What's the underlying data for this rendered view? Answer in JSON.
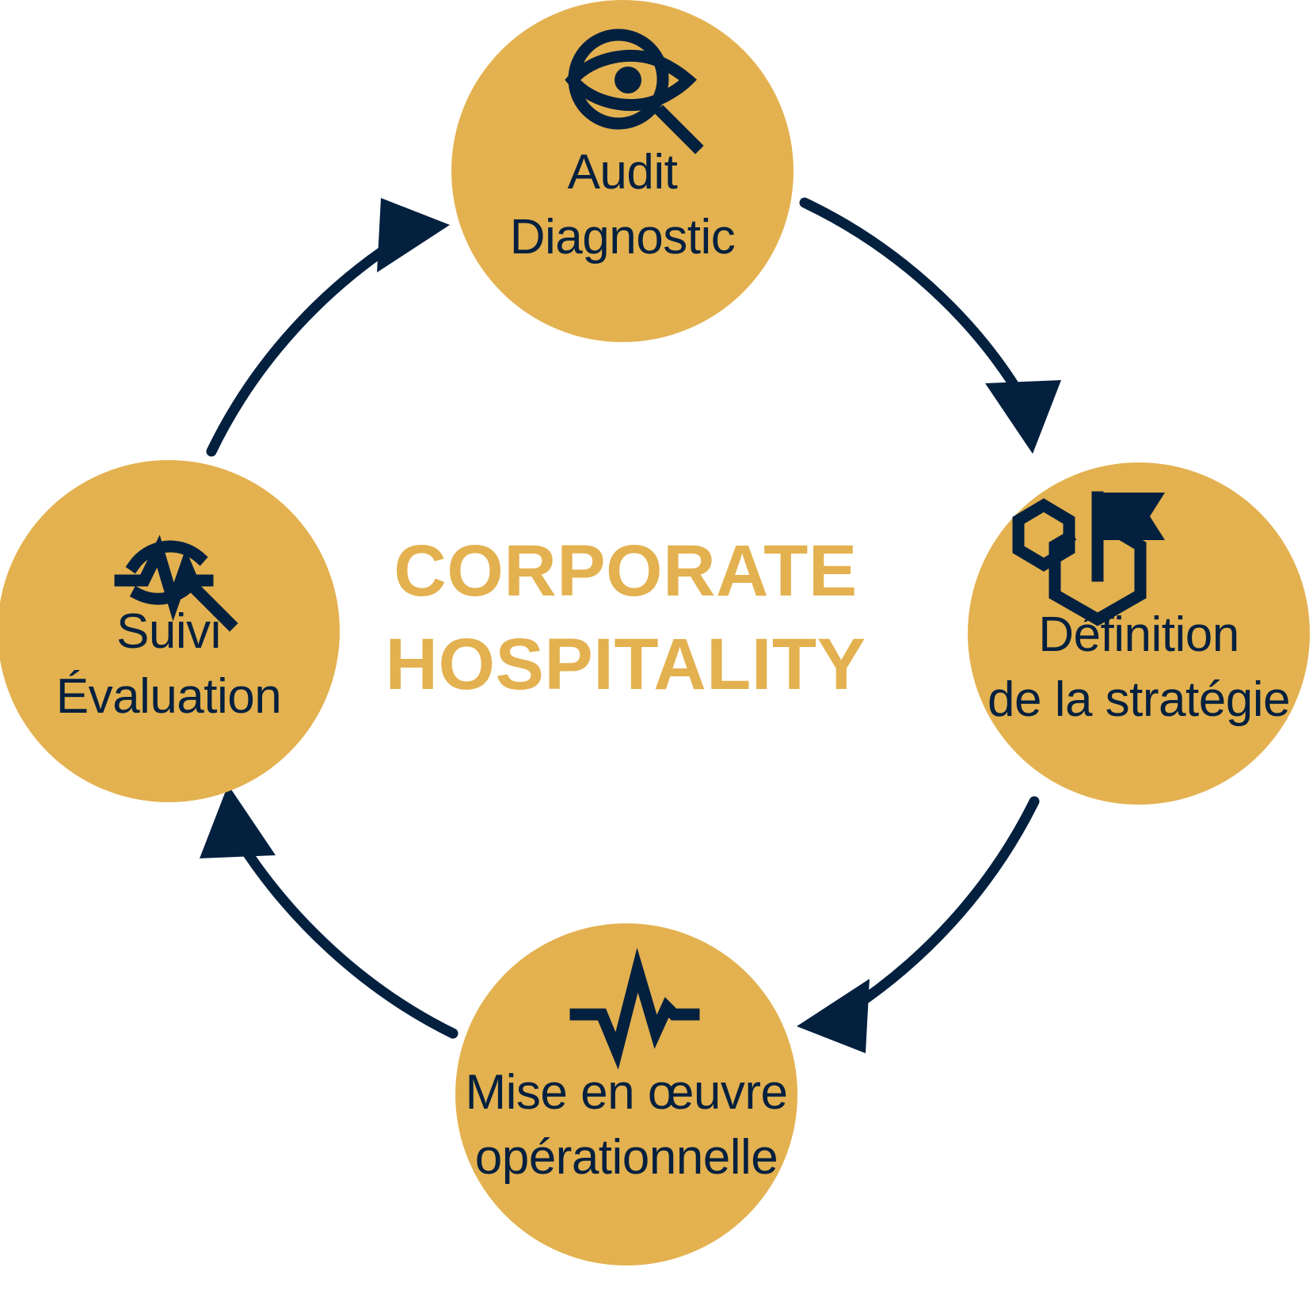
{
  "diagram": {
    "type": "cycle-diagram",
    "center": {
      "line1": "CORPORATE",
      "line2": "HOSPITALITY",
      "color": "#E3B14F"
    },
    "colors": {
      "circle_fill": "#E3B14F",
      "text_navy": "#04203F",
      "accent_gold": "#E3B14F",
      "background": "#FFFFFF"
    },
    "nodes": [
      {
        "id": "audit",
        "position": "top",
        "icon": "magnifier-eye-icon",
        "line1": "Audit",
        "line2": "Diagnostic"
      },
      {
        "id": "strategie",
        "position": "right",
        "icon": "shield-flag-hexagon-icon",
        "line1": "Définition",
        "line2": "de la stratégie"
      },
      {
        "id": "mise-en-oeuvre",
        "position": "bottom",
        "icon": "pulse-wave-icon",
        "line1": "Mise en œuvre",
        "line2": "opérationnelle"
      },
      {
        "id": "suivi",
        "position": "left",
        "icon": "magnifier-pulse-icon",
        "line1": "Suivi",
        "line2": "Évaluation"
      }
    ],
    "arrows": [
      {
        "id": "arrow-audit-to-strategie",
        "from": "audit",
        "to": "strategie",
        "direction": "clockwise"
      },
      {
        "id": "arrow-strategie-to-mise",
        "from": "strategie",
        "to": "mise-en-oeuvre",
        "direction": "clockwise"
      },
      {
        "id": "arrow-mise-to-suivi",
        "from": "mise-en-oeuvre",
        "to": "suivi",
        "direction": "clockwise"
      },
      {
        "id": "arrow-suivi-to-audit",
        "from": "suivi",
        "to": "audit",
        "direction": "clockwise"
      }
    ]
  }
}
